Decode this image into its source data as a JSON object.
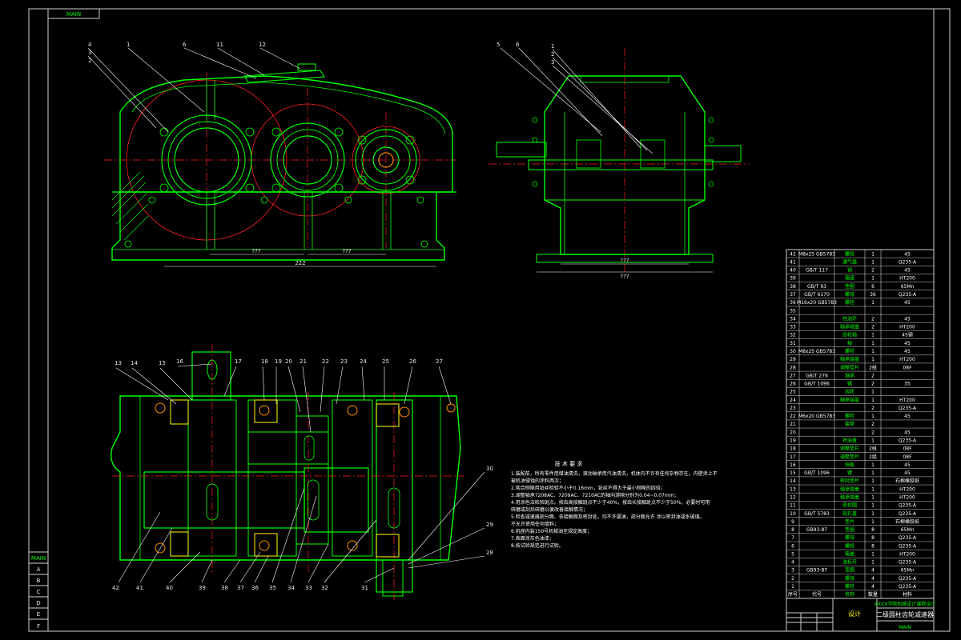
{
  "sheet": {
    "corner_stamp": "MAIN",
    "background": "#000000",
    "outline_color": "#00ff00",
    "center_color": "#ff2020",
    "dim_color": "#ffffff",
    "border_color": "#e0e0e0"
  },
  "left_strip": {
    "label_top": "MAIN",
    "cells": [
      "A",
      "B",
      "C",
      "D",
      "E",
      "F"
    ]
  },
  "front_view": {
    "callouts": [
      "4",
      "3",
      "2",
      "1",
      "6",
      "11",
      "12"
    ],
    "dims": [
      "222",
      "???",
      "???"
    ]
  },
  "side_view": {
    "callouts": [
      "5",
      "6",
      "1",
      "2",
      "3"
    ],
    "dims": [
      "???",
      "???"
    ]
  },
  "plan_view": {
    "callouts_top": [
      "13",
      "14",
      "15",
      "16",
      "17",
      "18",
      "19",
      "20",
      "21",
      "22",
      "23",
      "24",
      "25",
      "26",
      "27"
    ],
    "callouts_bottom": [
      "42",
      "41",
      "40",
      "39",
      "38",
      "37",
      "36",
      "35",
      "34",
      "33",
      "32",
      "31",
      "30",
      "29",
      "28"
    ]
  },
  "tech_req": {
    "title": "技 术 要 求",
    "lines": [
      "1.装配前，所有零件用煤油清洗，滚动轴承用汽油清洗，机体内不许有任何杂物存在。内壁涂上不",
      "  被机油侵蚀的涂料两次；",
      "2.啮合侧隙用铅丝检验不小于0.16mm，铅丝不得大于最小侧隙的四倍；",
      "3.调整轴承7208AC、7209AC、7210AC的轴向游隙分别为0.04~0.07mm；",
      "4.用涂色法检验斑点。按齿高接触斑点不少于40%，按齿长接触斑点不少于50%，必要时可用",
      "  研磨或刮后研磨以便改善接触情况；",
      "5.检查减速器剖分面、各接触面及密封处，均不许漏油，剖分面允许    涂以密封油或水玻璃，",
      "  不允许使用任何填料；",
      "6.机座内装150号机械油至规定高度；",
      "7.表面涂灰色油漆；",
      "8.按试验规范进行试验。"
    ]
  },
  "bom": {
    "rows": [
      {
        "no": "42",
        "code": "M8x25 GB5783",
        "name": "螺栓",
        "qty": "1",
        "mat": "45"
      },
      {
        "no": "41",
        "code": "",
        "name": "通气器",
        "qty": "1",
        "mat": "Q235-A"
      },
      {
        "no": "40",
        "code": "GB/T 117",
        "name": "销",
        "qty": "2",
        "mat": "45"
      },
      {
        "no": "39",
        "code": "",
        "name": "箱座",
        "qty": "1",
        "mat": "HT200"
      },
      {
        "no": "38",
        "code": "GB/T 93",
        "name": "垫圈",
        "qty": "6",
        "mat": "65Mn"
      },
      {
        "no": "37",
        "code": "GB/T 6170",
        "name": "螺母",
        "qty": "36",
        "mat": "Q235-A"
      },
      {
        "no": "36",
        "code": "M16x20 GB5783",
        "name": "螺栓",
        "qty": "1",
        "mat": "45"
      },
      {
        "no": "35",
        "code": "",
        "name": "",
        "qty": "",
        "mat": ""
      },
      {
        "no": "34",
        "code": "",
        "name": "挡油环",
        "qty": "2",
        "mat": "45"
      },
      {
        "no": "33",
        "code": "",
        "name": "轴承端盖",
        "qty": "2",
        "mat": "HT200"
      },
      {
        "no": "32",
        "code": "",
        "name": "齿轮轴",
        "qty": "1",
        "mat": "45钢"
      },
      {
        "no": "31",
        "code": "",
        "name": "轴",
        "qty": "1",
        "mat": "45"
      },
      {
        "no": "30",
        "code": "M8x25 GB5783",
        "name": "螺栓",
        "qty": "1",
        "mat": "45"
      },
      {
        "no": "29",
        "code": "",
        "name": "轴承端盖",
        "qty": "1",
        "mat": "HT200"
      },
      {
        "no": "28",
        "code": "",
        "name": "调整垫片",
        "qty": "2组",
        "mat": "08F"
      },
      {
        "no": "27",
        "code": "GB/T 276",
        "name": "轴承",
        "qty": "2",
        "mat": ""
      },
      {
        "no": "26",
        "code": "GB/T 1096",
        "name": "键",
        "qty": "2",
        "mat": "35"
      },
      {
        "no": "25",
        "code": "",
        "name": "齿轮",
        "qty": "1",
        "mat": ""
      },
      {
        "no": "24",
        "code": "",
        "name": "轴承端盖",
        "qty": "1",
        "mat": "HT200"
      },
      {
        "no": "23",
        "code": "",
        "name": "",
        "qty": "2",
        "mat": "Q235-A"
      },
      {
        "no": "22",
        "code": "M6x20 GB5783",
        "name": "螺栓",
        "qty": "1",
        "mat": "45"
      },
      {
        "no": "21",
        "code": "",
        "name": "套筒",
        "qty": "2",
        "mat": ""
      },
      {
        "no": "20",
        "code": "",
        "name": "",
        "qty": "2",
        "mat": "45"
      },
      {
        "no": "19",
        "code": "",
        "name": "挡油盘",
        "qty": "1",
        "mat": "Q235-A"
      },
      {
        "no": "18",
        "code": "",
        "name": "调整垫片",
        "qty": "2组",
        "mat": "08F"
      },
      {
        "no": "17",
        "code": "",
        "name": "调整垫片",
        "qty": "2组",
        "mat": "08F"
      },
      {
        "no": "16",
        "code": "",
        "name": "挡板",
        "qty": "1",
        "mat": "45"
      },
      {
        "no": "15",
        "code": "GB/T 1096",
        "name": "键",
        "qty": "1",
        "mat": "45"
      },
      {
        "no": "14",
        "code": "",
        "name": "密封垫片",
        "qty": "1",
        "mat": "石棉橡胶纸"
      },
      {
        "no": "13",
        "code": "",
        "name": "轴承端盖",
        "qty": "1",
        "mat": "HT200"
      },
      {
        "no": "12",
        "code": "",
        "name": "轴承端盖",
        "qty": "1",
        "mat": "HT200"
      },
      {
        "no": "11",
        "code": "",
        "name": "密封圈",
        "qty": "1",
        "mat": "Q235-A"
      },
      {
        "no": "10",
        "code": "GB/T 5783",
        "name": "视孔盖",
        "qty": "1",
        "mat": "Q235-A"
      },
      {
        "no": "9",
        "code": "",
        "name": "垫片",
        "qty": "1",
        "mat": "石棉橡胶纸"
      },
      {
        "no": "8",
        "code": "GB93-87",
        "name": "垫圈",
        "qty": "8",
        "mat": "65Mn"
      },
      {
        "no": "7",
        "code": "",
        "name": "螺母",
        "qty": "8",
        "mat": "Q235-A"
      },
      {
        "no": "6",
        "code": "",
        "name": "螺栓",
        "qty": "8",
        "mat": "Q235-A"
      },
      {
        "no": "5",
        "code": "",
        "name": "箱盖",
        "qty": "1",
        "mat": "HT200"
      },
      {
        "no": "4",
        "code": "",
        "name": "油标尺",
        "qty": "1",
        "mat": "Q235-A"
      },
      {
        "no": "3",
        "code": "GB93-87",
        "name": "垫圈",
        "qty": "4",
        "mat": "65Mn"
      },
      {
        "no": "2",
        "code": "",
        "name": "螺母",
        "qty": "4",
        "mat": "Q235-A"
      },
      {
        "no": "1",
        "code": "",
        "name": "螺栓",
        "qty": "4",
        "mat": "Q235-A"
      },
      {
        "no": "序号",
        "code": "代号",
        "name": "名称",
        "qty": "数量",
        "mat": "材料"
      }
    ]
  },
  "title_block": {
    "school": "XXXX学院机械设计课程设计",
    "drawing_title": "二级圆柱齿轮减速器",
    "designer_label": "设计",
    "stamp": "MAIN"
  }
}
